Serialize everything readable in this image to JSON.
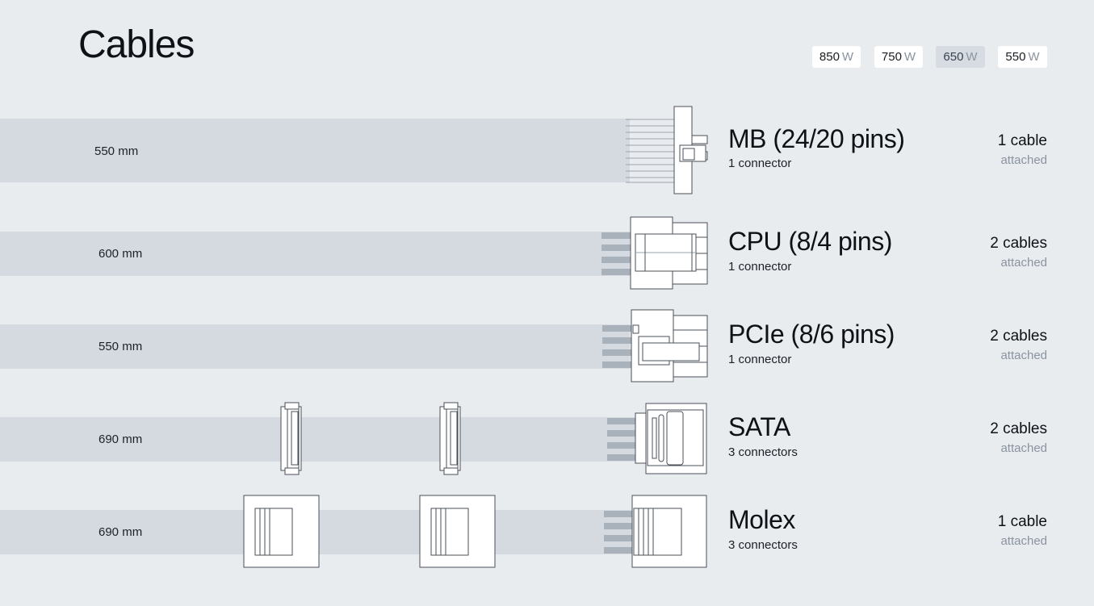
{
  "page": {
    "title": "Cables"
  },
  "wattage_tabs": [
    {
      "value": "850",
      "unit": "W",
      "active": false
    },
    {
      "value": "750",
      "unit": "W",
      "active": false
    },
    {
      "value": "650",
      "unit": "W",
      "active": true
    },
    {
      "value": "550",
      "unit": "W",
      "active": false
    }
  ],
  "cables": [
    {
      "length": "550 mm",
      "name": "MB (24/20 pins)",
      "connectors": "1 connector",
      "count": "1 cable",
      "status": "attached"
    },
    {
      "length": "600 mm",
      "name": "CPU (8/4 pins)",
      "connectors": "1 connector",
      "count": "2 cables",
      "status": "attached"
    },
    {
      "length": "550 mm",
      "name": "PCIe (8/6 pins)",
      "connectors": "1 connector",
      "count": "2 cables",
      "status": "attached"
    },
    {
      "length": "690 mm",
      "name": "SATA",
      "connectors": "3 connectors",
      "count": "2 cables",
      "status": "attached"
    },
    {
      "length": "690 mm",
      "name": "Molex",
      "connectors": "3 connectors",
      "count": "1 cable",
      "status": "attached"
    }
  ],
  "colors": {
    "background": "#e9ecef",
    "cable_band": "#d5dae1",
    "active_tab": "#d7dce3",
    "muted_text": "#8a93a0"
  }
}
